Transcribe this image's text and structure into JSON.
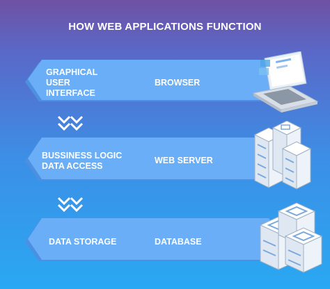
{
  "title": "HOW WEB APPLICATIONS FUNCTION",
  "layers": [
    {
      "left_lines": [
        "GRAPHICAL",
        "USER",
        "INTERFACE"
      ],
      "right": "BROWSER",
      "icon": "laptop-icon"
    },
    {
      "left_lines": [
        "BUSSINESS LOGIC",
        "DATA ACCESS"
      ],
      "right": "WEB SERVER",
      "icon": "server-rack-icon"
    },
    {
      "left_lines": [
        "DATA STORAGE"
      ],
      "right": "DATABASE",
      "icon": "database-stack-icon"
    }
  ],
  "colors": {
    "band_fill": "#69aef6",
    "band_edge": "#4d8fe0",
    "chevron": "#ffffff"
  }
}
